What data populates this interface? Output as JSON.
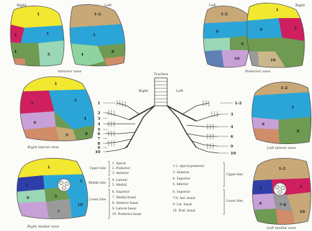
{
  "colors": {
    "apical": "#f2e830",
    "posterior": "#2f3ea8",
    "anterior": "#2ba5d8",
    "lateral": "#c8a0d8",
    "medial": "#9ad7b6",
    "superior": "#d18c6a",
    "medial_basal": "#9a9a9a",
    "anterior_basal": "#cf1f5e",
    "lateral_basal": "#6f9a52",
    "posterior_basal": "#5f7fb5",
    "superior_lingular": "#8fd3a1",
    "inferior_lingular": "#c9b68a",
    "upper_right_blue": "#2a48b4",
    "upper_left_tan": "#c8a877"
  },
  "captions": {
    "anterior": "Anterior view",
    "posterior": "Posterior view",
    "right_lateral": "Right lateral view",
    "left_lateral": "Left lateral view",
    "right_medial": "Right medial view",
    "left_medial": "Left medial view"
  },
  "sides": {
    "right": "Right",
    "left": "Left",
    "trachea": "Trachea"
  },
  "lobes_right": {
    "upper": "Upper lobe",
    "middle": "Middle lobe",
    "lower": "Lower lobe"
  },
  "lobes_left": {
    "upper": "Upper lobe",
    "lower": "Lower lobe"
  },
  "legend_right": [
    "1. Apical",
    "2. Posterior",
    "3. Anterior",
    "4. Lateral",
    "5. Medial",
    "6. Superior",
    "7. Medial basal",
    "8. Anterior basal",
    "9. Lateral basal",
    "10. Posterior basal"
  ],
  "legend_left": [
    "1-2. Apical-posterior",
    "3. Anterior",
    "4. Superior",
    "5. Inferior",
    "6. Superior",
    "7-8. Ant. basal",
    "9. Lat. basal",
    "10. Post. basal"
  ],
  "labels": {
    "seg1": "1",
    "seg2": "2",
    "seg3": "3",
    "seg4": "4",
    "seg5": "5",
    "seg6": "6",
    "seg7": "7",
    "seg8": "8",
    "seg9": "9",
    "seg10": "10",
    "seg12": "1-2",
    "seg78": "7-8"
  }
}
